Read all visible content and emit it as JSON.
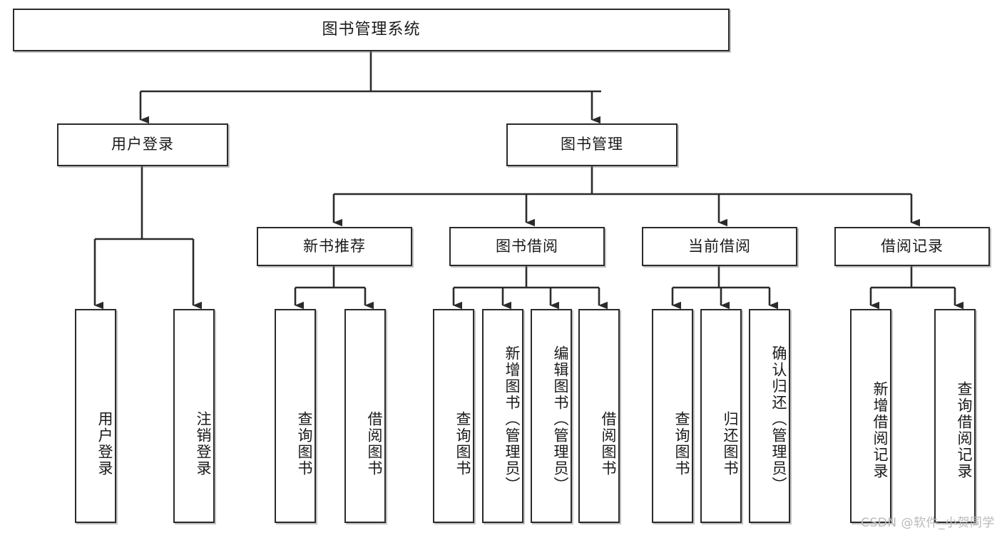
{
  "diagram": {
    "title": "图书管理系统",
    "type": "tree-hierarchy",
    "watermark": "CSDN @软件_小贺同学",
    "colors": {
      "box_border": "#2b2b2b",
      "box_fill": "#ffffff",
      "connector": "#2b2b2b",
      "watermark": "#b9b9b9",
      "background": "#ffffff"
    },
    "root": {
      "label": "图书管理系统"
    },
    "level1": [
      {
        "label": "用户登录"
      },
      {
        "label": "图书管理"
      }
    ],
    "level2": [
      {
        "label": "新书推荐"
      },
      {
        "label": "图书借阅"
      },
      {
        "label": "当前借阅"
      },
      {
        "label": "借阅记录"
      }
    ],
    "leaves": {
      "user_login": [
        {
          "label": "用户登录"
        },
        {
          "label": "注销登录"
        }
      ],
      "new_book": [
        {
          "label": "查询图书"
        },
        {
          "label": "借阅图书"
        }
      ],
      "book_borrow": [
        {
          "label": "查询图书"
        },
        {
          "label": "新增图书（管理员）"
        },
        {
          "label": "编辑图书（管理员）"
        },
        {
          "label": "借阅图书"
        }
      ],
      "current_borrow": [
        {
          "label": "查询图书"
        },
        {
          "label": "归还图书"
        },
        {
          "label": "确认归还（管理员）"
        }
      ],
      "borrow_record": [
        {
          "label": "新增借阅记录"
        },
        {
          "label": "查询借阅记录"
        }
      ]
    }
  }
}
